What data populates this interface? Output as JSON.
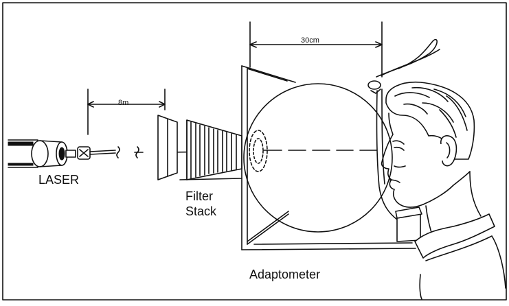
{
  "labels": {
    "laser": "LASER",
    "filter_line1": "Filter",
    "filter_line2": "Stack",
    "adaptometer": "Adaptometer"
  },
  "dimensions": {
    "laser_to_filter": "8m",
    "sphere_width": "30cm"
  },
  "colors": {
    "ink": "#111111",
    "paper": "#ffffff"
  }
}
